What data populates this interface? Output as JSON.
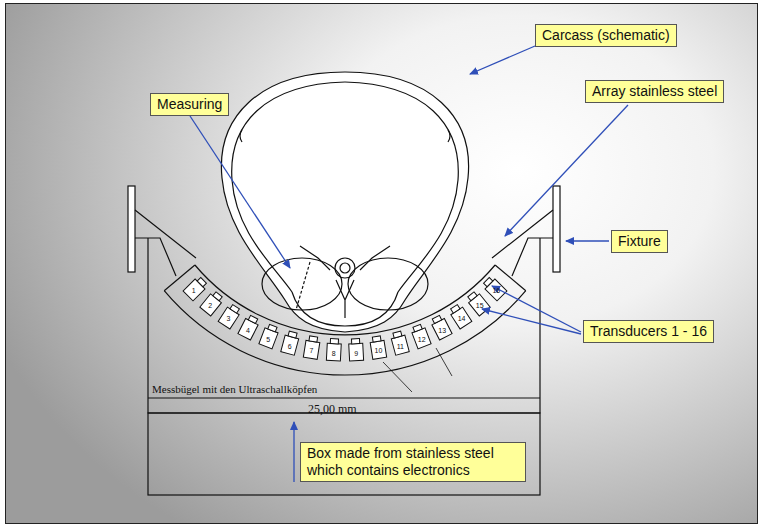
{
  "diagram": {
    "nodes": [
      {
        "text": [
          "Carcass (schematic)"
        ]
      },
      {
        "text": [
          "Measuring"
        ]
      },
      {
        "text": [
          "Array stainless steel"
        ]
      },
      {
        "text": [
          "Fixture"
        ]
      },
      {
        "text": [
          "Transducers 1 - 16"
        ]
      },
      {
        "text": [
          "Box made from stainless steel which contains electronics"
        ]
      }
    ],
    "labels": [
      "25,00 mm",
      "Messbügel mit den Ultraschallköpfen",
      "1",
      "2",
      "3",
      "4",
      "5",
      "6",
      "7",
      "8",
      "9",
      "10",
      "11",
      "12",
      "13",
      "14",
      "15",
      "16"
    ]
  }
}
